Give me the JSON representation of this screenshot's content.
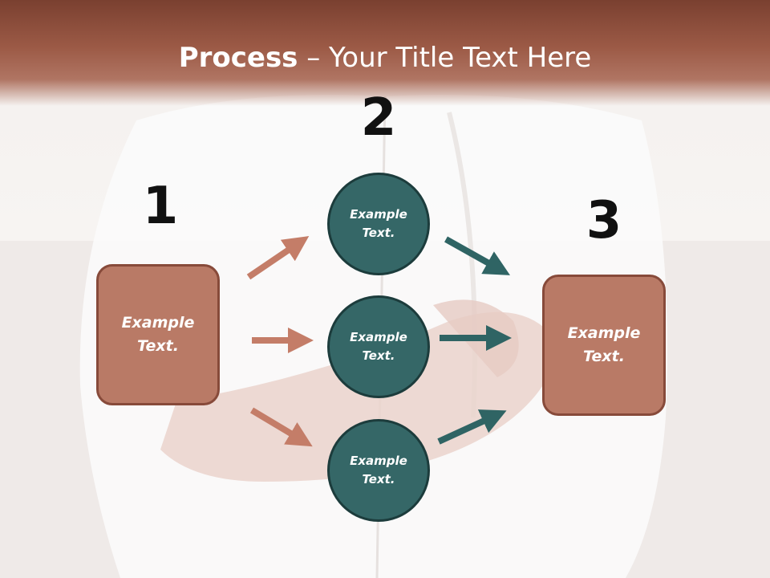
{
  "title": {
    "bold": "Process",
    "rest": " – Your Title Text Here"
  },
  "steps": [
    "1",
    "2",
    "3"
  ],
  "nodes": {
    "left_box": "Example Text.",
    "circle_top": "Example Text.",
    "circle_middle": "Example Text.",
    "circle_bottom": "Example Text.",
    "right_box": "Example Text."
  },
  "colors": {
    "header": "#9c5a46",
    "box": "#b97a66",
    "circle": "#356767",
    "arrow_in": "#c47d68",
    "arrow_out": "#2f6464"
  }
}
